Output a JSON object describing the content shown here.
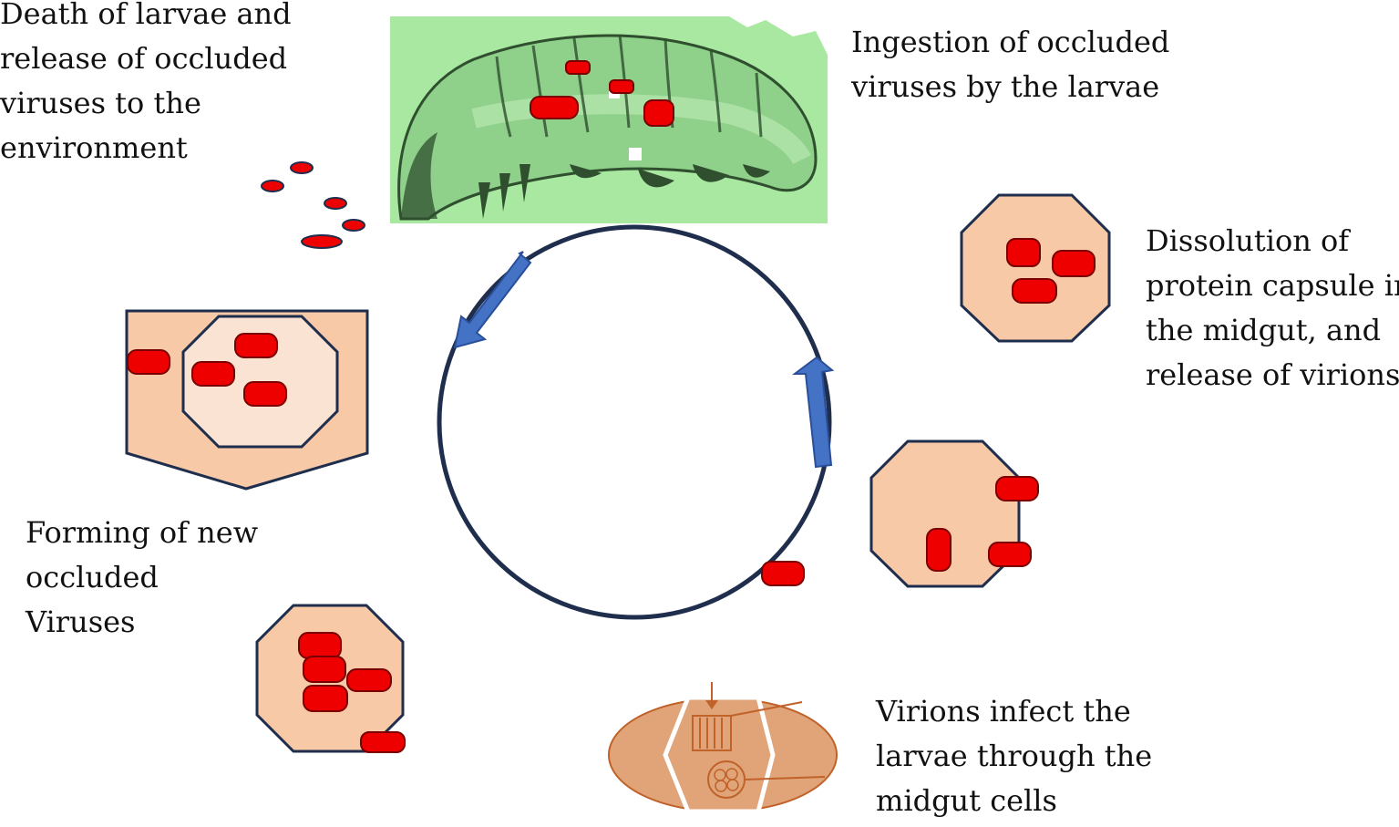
{
  "colors": {
    "cell_fill": "#f7c9a7",
    "cell_inner_fill": "#fbe3d3",
    "outline": "#1f2e4d",
    "virus_fill": "#ee0000",
    "virus_stroke": "#7a0000",
    "arrow_fill": "#4472c4",
    "larva_bg": "#a8e8a0",
    "larva_body": "#8fd08a",
    "midgut_fill": "#e0a478",
    "midgut_line": "#c0622a"
  },
  "steps": {
    "ingestion": {
      "lines": [
        "Ingestion of occluded",
        "viruses by the larvae"
      ]
    },
    "dissolution": {
      "lines": [
        "Dissolution of",
        "protein capsule in",
        "the midgut, and",
        "release of virions"
      ]
    },
    "infection": {
      "lines": [
        "Virions infect the",
        "larvae through the",
        "midgut cells"
      ]
    },
    "forming": {
      "lines": [
        "Forming of new",
        "occluded",
        "Viruses"
      ]
    },
    "death": {
      "lines": [
        "Death of larvae and",
        "release of occluded",
        "viruses to the",
        "environment"
      ]
    }
  }
}
